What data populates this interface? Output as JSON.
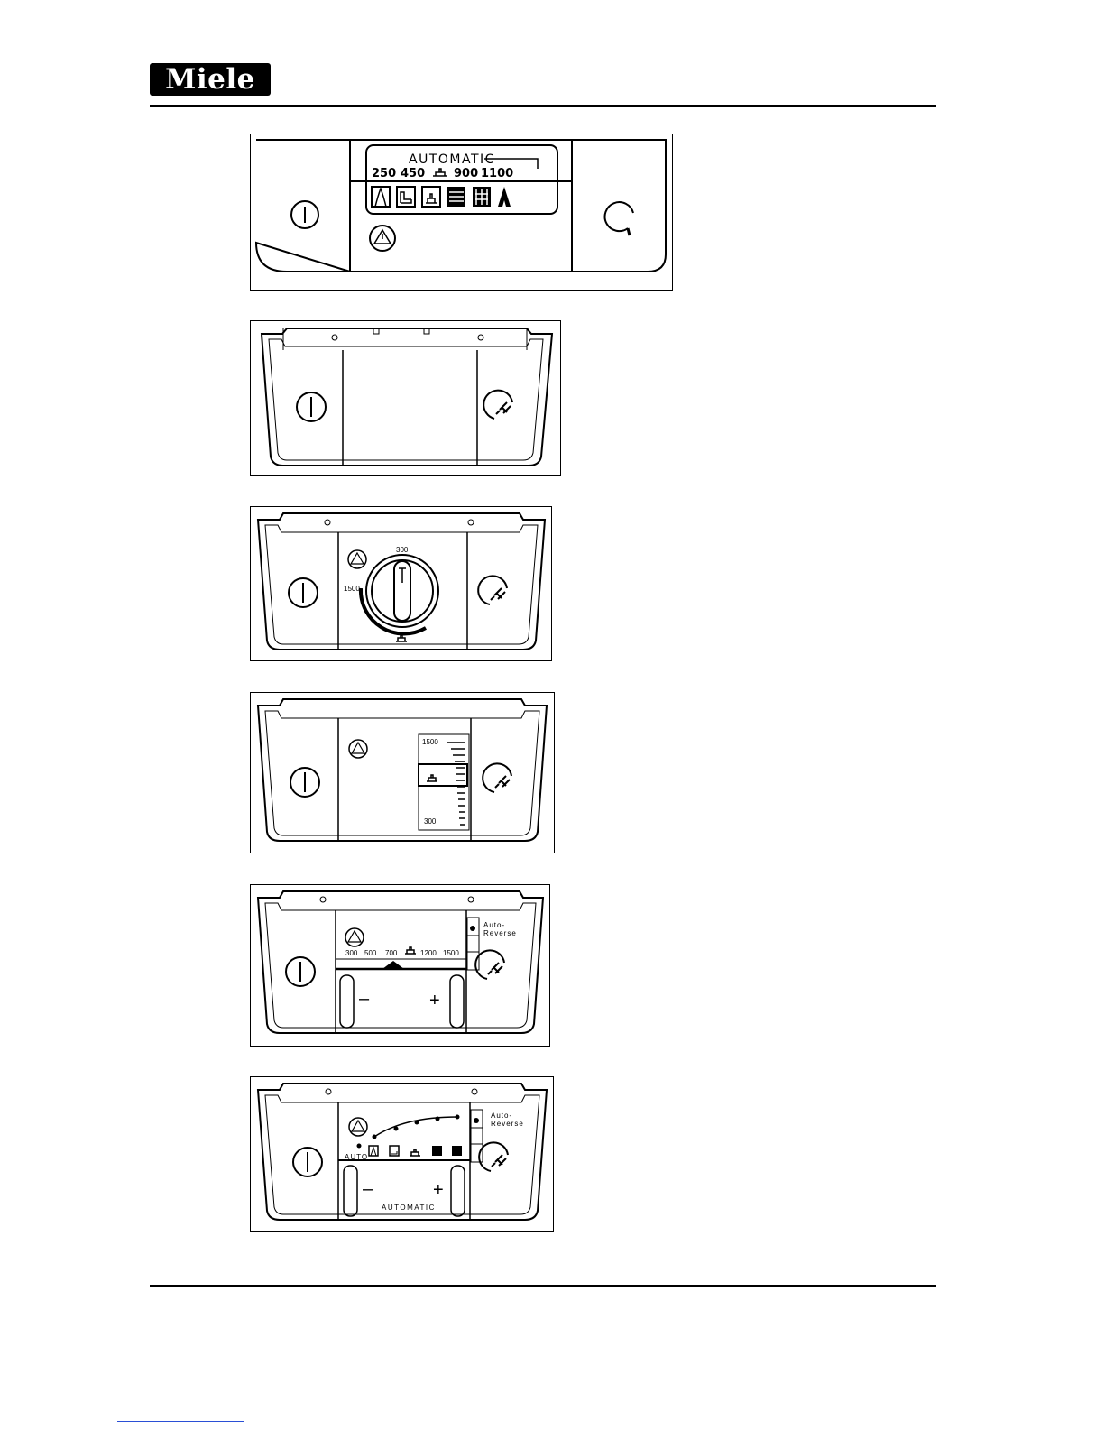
{
  "header": {
    "logo_text": "Miele"
  },
  "panels": {
    "p1": {
      "label_automatic": "AUTOMATIC",
      "wattages": [
        "250",
        "450",
        "900",
        "1100"
      ],
      "auto_symbol": "A"
    },
    "p3": {
      "dial_top": "300",
      "dial_left": "1500"
    },
    "p4": {
      "scale_top": "1500",
      "scale_bottom": "300"
    },
    "p5": {
      "scale": [
        "300",
        "500",
        "700",
        "1200",
        "1500"
      ],
      "auto_reverse": "Auto-\nReverse",
      "minus": "–",
      "plus": "+"
    },
    "p6": {
      "auto_small": "AUTO",
      "auto_reverse": "Auto-\nReverse",
      "minus": "–",
      "plus": "+",
      "automatic": "AUTOMATIC"
    }
  }
}
